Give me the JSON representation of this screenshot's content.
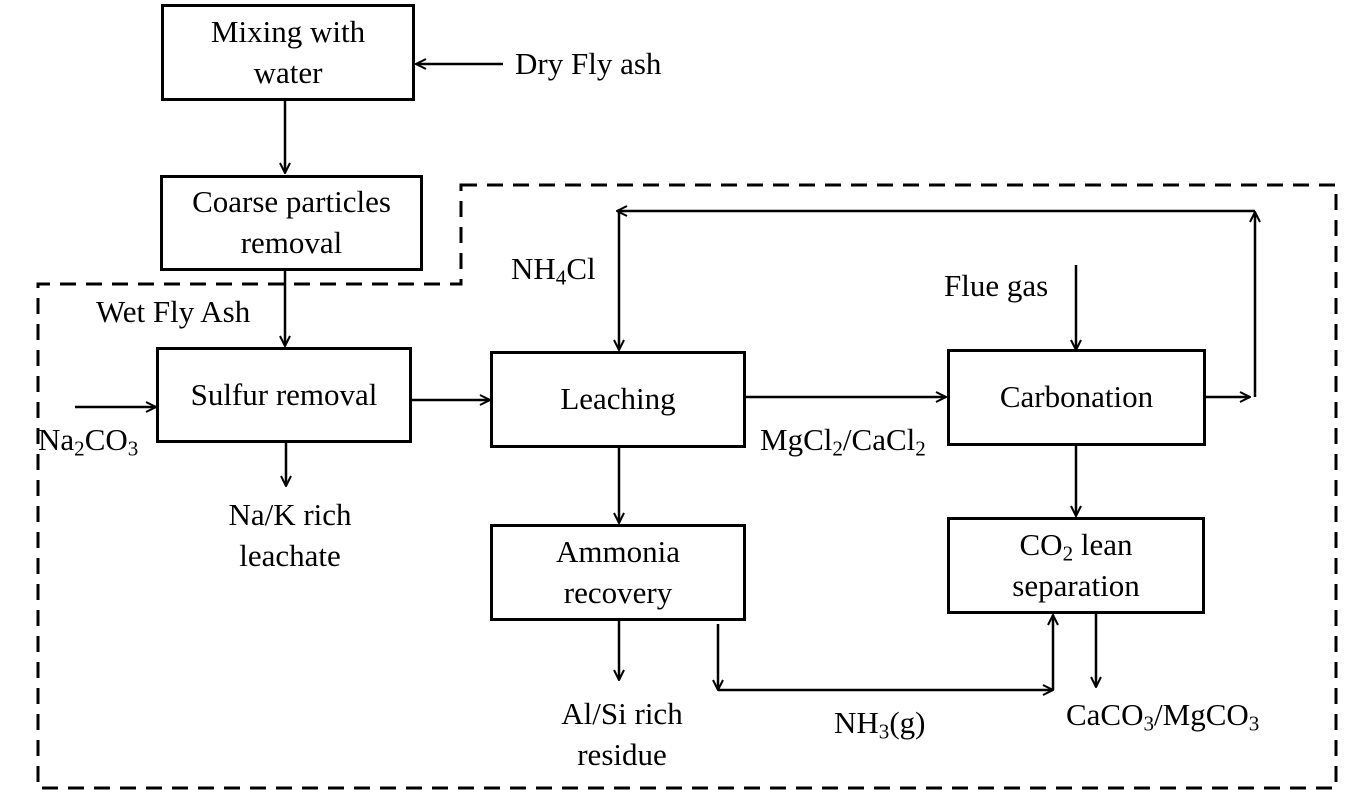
{
  "boxes": {
    "mixing": {
      "line1": "Mixing with",
      "line2": "water"
    },
    "coarse": {
      "line1": "Coarse particles",
      "line2": "removal"
    },
    "sulfur": {
      "line1": "Sulfur removal"
    },
    "leaching": {
      "line1": "Leaching"
    },
    "carbonation": {
      "line1": "Carbonation"
    },
    "ammonia": {
      "line1": "Ammonia",
      "line2": "recovery"
    },
    "co2sep": {
      "co": "CO",
      "co_sub": "2",
      "co_rest": " lean",
      "line2": "separation"
    }
  },
  "labels": {
    "dry_fly_ash": "Dry Fly ash",
    "wet_fly_ash": "Wet Fly Ash",
    "flue_gas": "Flue gas",
    "na2co3": {
      "a": "Na",
      "a_sub": "2",
      "b": "CO",
      "b_sub": "3"
    },
    "nh4cl": {
      "a": "NH",
      "a_sub": "4",
      "b": "Cl"
    },
    "mgcl2_cacl2": {
      "a": "MgCl",
      "a_sub": "2",
      "b": "/CaCl",
      "b_sub": "2"
    },
    "nak_leachate": {
      "line1": "Na/K rich",
      "line2": "leachate"
    },
    "alsi_residue": {
      "line1": "Al/Si rich",
      "line2": "residue"
    },
    "nh3g": {
      "a": "NH",
      "a_sub": "3",
      "b": "(g)"
    },
    "caco3_mgco3": {
      "a": "CaCO",
      "a_sub": "3",
      "b": "/MgCO",
      "b_sub": "3"
    }
  }
}
